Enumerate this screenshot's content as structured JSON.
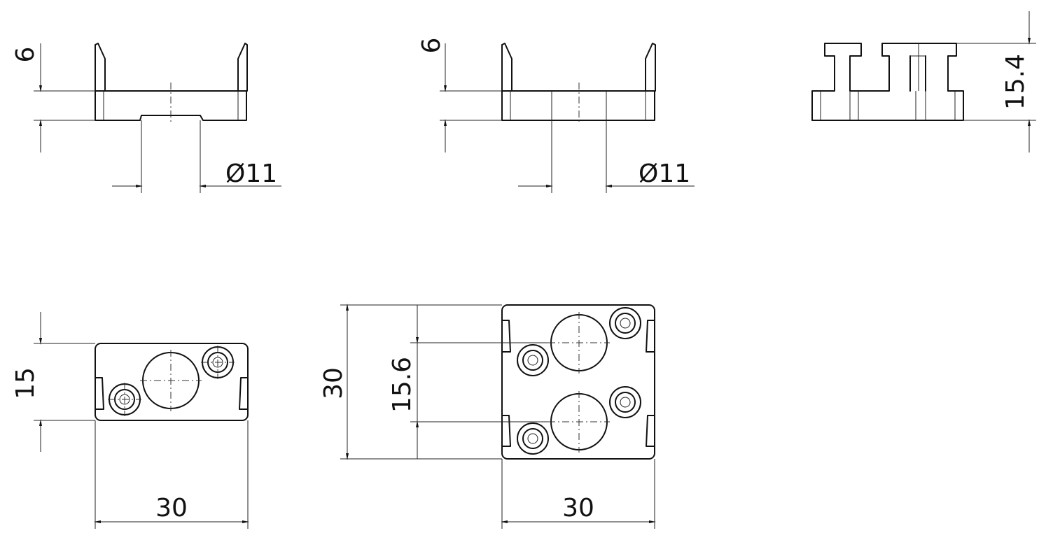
{
  "dimensions": {
    "v1_height": "6",
    "v1_diameter": "Ø11",
    "v2_height": "6",
    "v2_diameter": "Ø11",
    "v3_height": "15.4",
    "v4_height": "15",
    "v4_width": "30",
    "v5_height": "30",
    "v5_spacing": "15.6",
    "v5_width": "30"
  }
}
